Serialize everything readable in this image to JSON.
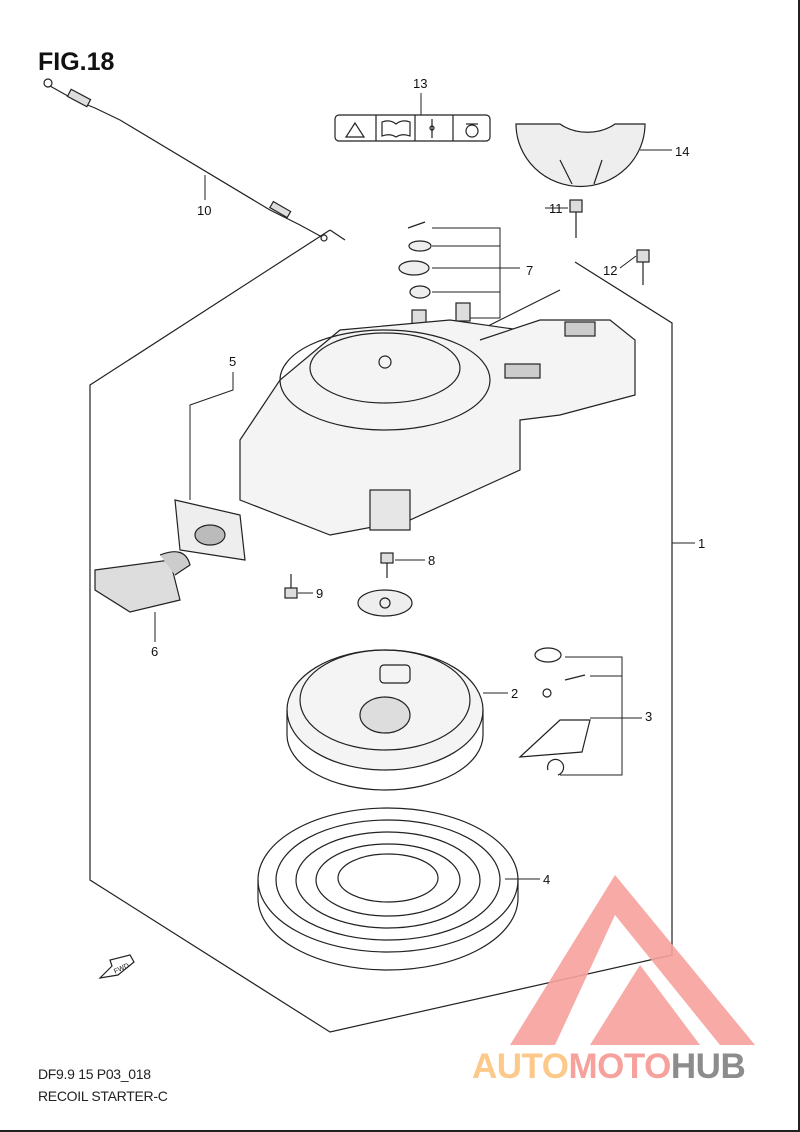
{
  "figure": {
    "title": "FIG.18",
    "code": "DF9.9 15 P03_018",
    "name": "RECOIL STARTER-C"
  },
  "callouts": [
    "1",
    "2",
    "3",
    "4",
    "5",
    "6",
    "7",
    "8",
    "9",
    "10",
    "11",
    "12",
    "13",
    "14"
  ],
  "direction_label": "FWD",
  "watermark": {
    "part1": "AUTO",
    "part2": "MOTO",
    "part3": "HUB",
    "colors": {
      "auto": "#fcc98a",
      "moto": "#f6a19c",
      "hub": "#8c8c8c",
      "logo": "#f6a19c"
    }
  }
}
